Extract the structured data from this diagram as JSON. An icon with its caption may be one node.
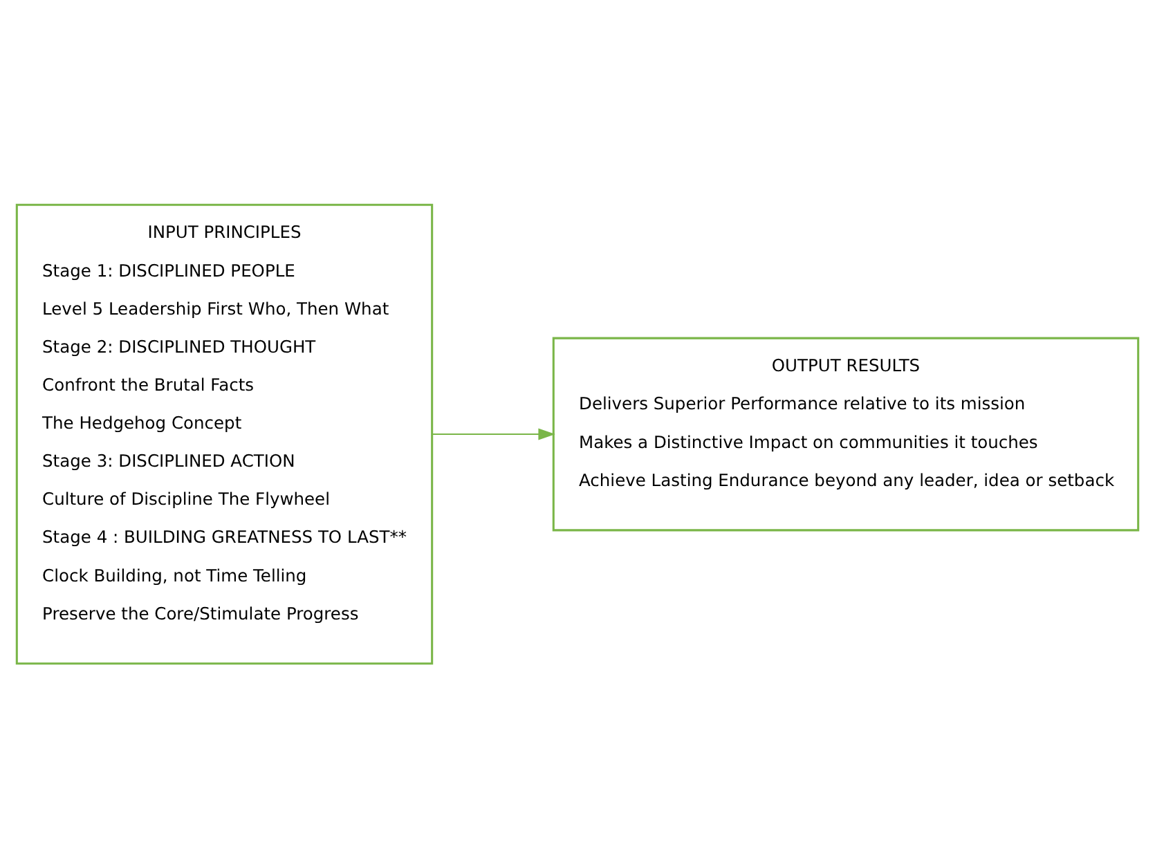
{
  "diagram": {
    "nodes": [
      {
        "text": [
          "INPUT PRINCIPLES",
          "Stage 1: DISCIPLINED PEOPLE",
          "Level 5 Leadership First Who, Then What",
          "Stage 2: DISCIPLINED THOUGHT",
          "Confront the Brutal Facts",
          "The Hedgehog Concept",
          "Stage 3: DISCIPLINED ACTION",
          "Culture of Discipline The Flywheel",
          "Stage 4 : BUILDING GREATNESS TO LAST**",
          "Clock Building, not Time Telling",
          "Preserve the Core/Stimulate Progress"
        ]
      },
      {
        "text": [
          "OUTPUT RESULTS",
          "Delivers Superior Performance relative to its mission",
          "Makes a Distinctive Impact on communities it touches",
          "Achieve Lasting Endurance beyond any leader, idea or setback"
        ]
      }
    ],
    "edges": [
      {
        "from": 0,
        "to": 1,
        "arrow": "to"
      }
    ]
  }
}
